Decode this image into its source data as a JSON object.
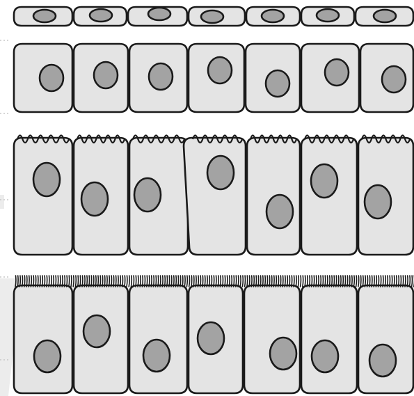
{
  "figure": {
    "colors": {
      "cell_fill": "#e4e4e4",
      "nucleus_fill": "#a3a3a3",
      "outline": "#1a1a1a",
      "background": "#ffffff"
    },
    "rows": [
      {
        "id": "squamous",
        "cells": 7,
        "apical_feature": "none"
      },
      {
        "id": "cuboidal",
        "cells": 7,
        "apical_feature": "none"
      },
      {
        "id": "columnar-microvilli",
        "cells": 7,
        "apical_feature": "microvilli"
      },
      {
        "id": "columnar-cilia",
        "cells": 7,
        "apical_feature": "cilia"
      }
    ]
  }
}
